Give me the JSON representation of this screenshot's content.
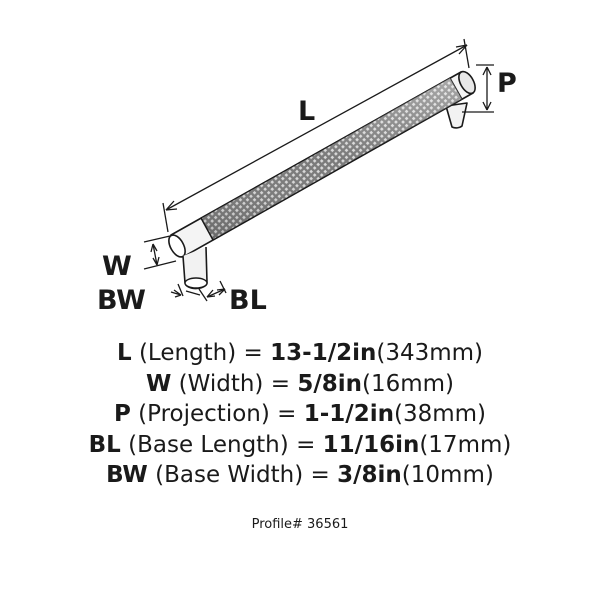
{
  "diagram": {
    "labels": {
      "length": "L",
      "projection": "P",
      "width": "W",
      "base_width": "BW",
      "base_length": "BL"
    }
  },
  "specs": [
    {
      "symbol": "L",
      "description": "(Length)",
      "equals": "=",
      "imperial": "13-1/2in",
      "metric": "(343mm)"
    },
    {
      "symbol": "W",
      "description": "(Width)",
      "equals": "=",
      "imperial": "5/8in",
      "metric": "(16mm)"
    },
    {
      "symbol": "P",
      "description": "(Projection)",
      "equals": "=",
      "imperial": "1-1/2in",
      "metric": "(38mm)"
    },
    {
      "symbol": "BL",
      "description": "(Base Length)",
      "equals": "=",
      "imperial": "11/16in",
      "metric": "(17mm)"
    },
    {
      "symbol": "BW",
      "description": "(Base Width)",
      "equals": "=",
      "imperial": "3/8in",
      "metric": "(10mm)"
    }
  ],
  "profile": "Profile# 36561"
}
